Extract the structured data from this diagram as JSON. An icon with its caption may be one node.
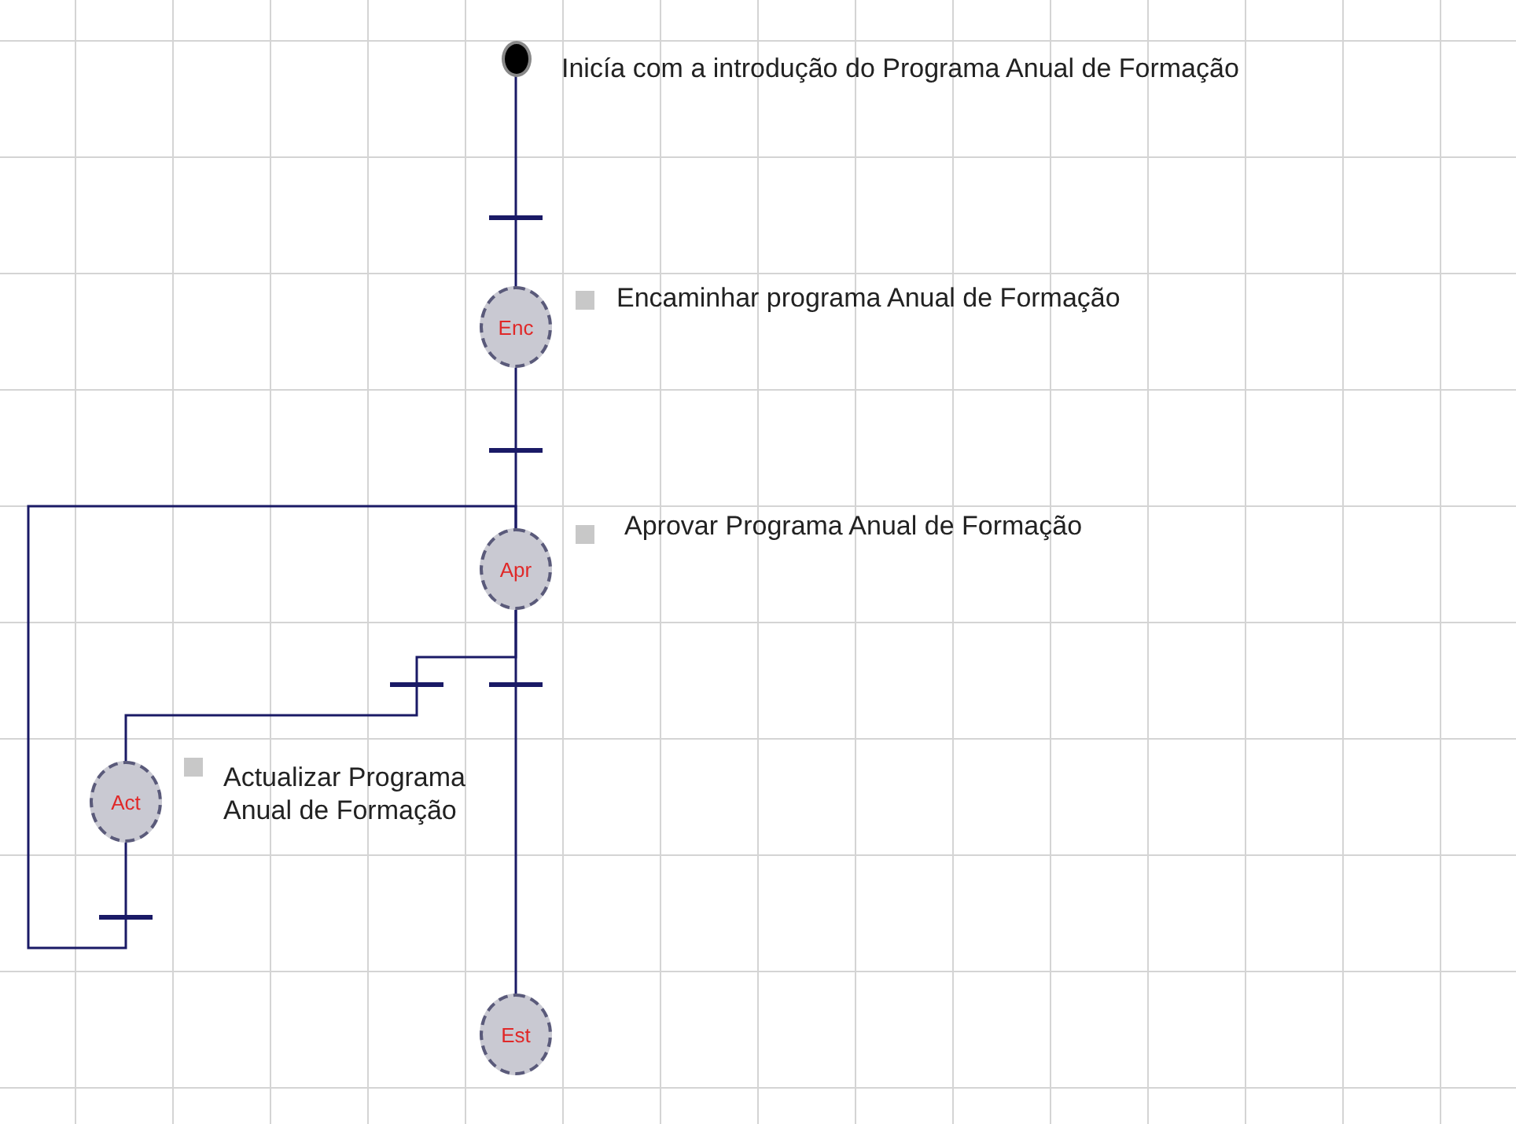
{
  "diagram": {
    "nodes": [
      {
        "text": [],
        "shape": "circle",
        "beside": [
          "Inicía com a introdução do Programa Anual de Formação"
        ]
      },
      {
        "text": [],
        "shape": "bar"
      },
      {
        "text": [
          "Enc"
        ],
        "beside": [
          "Encaminhar programa Anual de Formação"
        ]
      },
      {
        "text": [],
        "shape": "bar"
      },
      {
        "text": [
          "Apr"
        ],
        "beside": [
          "Aprovar Programa Anual de Formação"
        ]
      },
      {
        "text": [],
        "shape": "bar"
      },
      {
        "text": [],
        "shape": "bar"
      },
      {
        "text": [
          "Act"
        ],
        "beside": [
          "Actualizar Programa Anual de Formação"
        ]
      },
      {
        "text": [],
        "shape": "bar"
      },
      {
        "text": [
          "Est"
        ]
      }
    ],
    "edges": [
      {
        "from": 0,
        "to": 1,
        "arrow": "none"
      },
      {
        "from": 1,
        "to": 2,
        "arrow": "none"
      },
      {
        "from": 2,
        "to": 3,
        "arrow": "none"
      },
      {
        "from": 3,
        "to": 4,
        "arrow": "none"
      },
      {
        "from": 4,
        "to": 5,
        "arrow": "none"
      },
      {
        "from": 4,
        "to": 6,
        "arrow": "none"
      },
      {
        "from": 5,
        "to": 7,
        "arrow": "none"
      },
      {
        "from": 7,
        "to": 8,
        "arrow": "none"
      },
      {
        "from": 8,
        "to": 4,
        "arrow": "none"
      },
      {
        "from": 6,
        "to": 9,
        "arrow": "none"
      }
    ]
  }
}
